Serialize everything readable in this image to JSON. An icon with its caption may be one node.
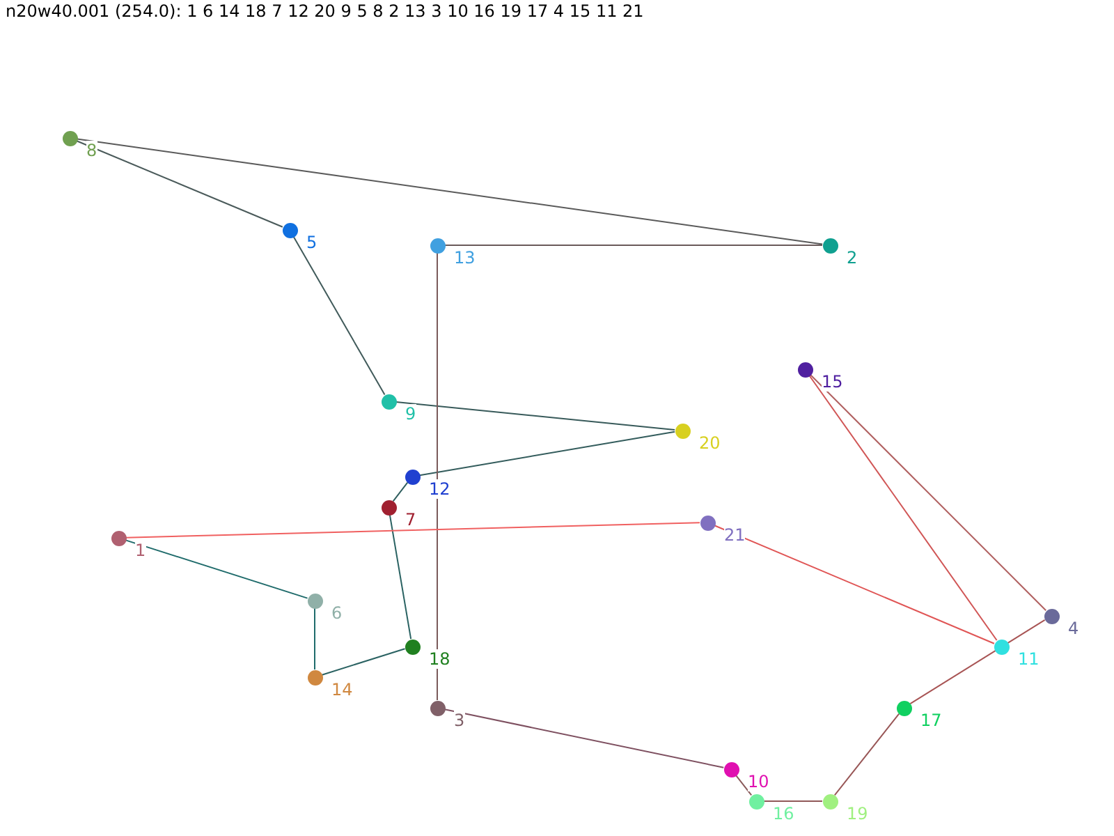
{
  "diagram": {
    "title": "n20w40.001 (254.0): 1 6 14 18 7 12 20 9 5 8 2 13 3 10 16 19 17 4 15 11 21",
    "nodes": [
      {
        "text": [],
        "shape": "circle",
        "beside": [
          "1"
        ]
      },
      {
        "text": [],
        "shape": "circle",
        "beside": [
          "2"
        ]
      },
      {
        "text": [],
        "shape": "circle",
        "beside": [
          "3"
        ]
      },
      {
        "text": [],
        "shape": "circle",
        "beside": [
          "4"
        ]
      },
      {
        "text": [],
        "shape": "circle",
        "beside": [
          "5"
        ]
      },
      {
        "text": [],
        "shape": "circle",
        "beside": [
          "6"
        ]
      },
      {
        "text": [],
        "shape": "circle",
        "beside": [
          "7"
        ]
      },
      {
        "text": [],
        "shape": "circle",
        "beside": [
          "8"
        ]
      },
      {
        "text": [],
        "shape": "circle",
        "beside": [
          "9"
        ]
      },
      {
        "text": [],
        "shape": "circle",
        "beside": [
          "10"
        ]
      },
      {
        "text": [],
        "shape": "circle",
        "beside": [
          "11"
        ]
      },
      {
        "text": [],
        "shape": "circle",
        "beside": [
          "12"
        ]
      },
      {
        "text": [],
        "shape": "circle",
        "beside": [
          "13"
        ]
      },
      {
        "text": [],
        "shape": "circle",
        "beside": [
          "14"
        ]
      },
      {
        "text": [],
        "shape": "circle",
        "beside": [
          "15"
        ]
      },
      {
        "text": [],
        "shape": "circle",
        "beside": [
          "16"
        ]
      },
      {
        "text": [],
        "shape": "circle",
        "beside": [
          "17"
        ]
      },
      {
        "text": [],
        "shape": "circle",
        "beside": [
          "18"
        ]
      },
      {
        "text": [],
        "shape": "circle",
        "beside": [
          "19"
        ]
      },
      {
        "text": [],
        "shape": "circle",
        "beside": [
          "20"
        ]
      },
      {
        "text": [],
        "shape": "circle",
        "beside": [
          "21"
        ]
      }
    ],
    "edges": [
      {
        "from": 0,
        "to": 5,
        "arrow": "none",
        "color": "#1f6b6b"
      },
      {
        "from": 5,
        "to": 13,
        "arrow": "none",
        "color": "#1f6b6b"
      },
      {
        "from": 13,
        "to": 17,
        "arrow": "none",
        "color": "#2a6262"
      },
      {
        "from": 17,
        "to": 6,
        "arrow": "none",
        "color": "#2a6262"
      },
      {
        "from": 6,
        "to": 11,
        "arrow": "none",
        "color": "#2f5e5e"
      },
      {
        "from": 11,
        "to": 19,
        "arrow": "none",
        "color": "#335c5c"
      },
      {
        "from": 19,
        "to": 8,
        "arrow": "none",
        "color": "#385a5a"
      },
      {
        "from": 8,
        "to": 4,
        "arrow": "none",
        "color": "#405a5a"
      },
      {
        "from": 4,
        "to": 7,
        "arrow": "none",
        "color": "#4a5a5a"
      },
      {
        "from": 7,
        "to": 1,
        "arrow": "none",
        "color": "#5a5a5a"
      },
      {
        "from": 1,
        "to": 12,
        "arrow": "none",
        "color": "#6a5a5a"
      },
      {
        "from": 12,
        "to": 2,
        "arrow": "none",
        "color": "#7a5a5a"
      },
      {
        "from": 2,
        "to": 9,
        "arrow": "none",
        "color": "#7e5060"
      },
      {
        "from": 9,
        "to": 15,
        "arrow": "none",
        "color": "#8a5a5a"
      },
      {
        "from": 15,
        "to": 18,
        "arrow": "none",
        "color": "#905858"
      },
      {
        "from": 18,
        "to": 16,
        "arrow": "none",
        "color": "#985656"
      },
      {
        "from": 16,
        "to": 3,
        "arrow": "none",
        "color": "#a85454"
      },
      {
        "from": 3,
        "to": 14,
        "arrow": "none",
        "color": "#b06060"
      },
      {
        "from": 14,
        "to": 10,
        "arrow": "none",
        "color": "#d05555"
      },
      {
        "from": 10,
        "to": 20,
        "arrow": "none",
        "color": "#e05555"
      },
      {
        "from": 20,
        "to": 0,
        "arrow": "none",
        "color": "#f06060"
      }
    ]
  }
}
